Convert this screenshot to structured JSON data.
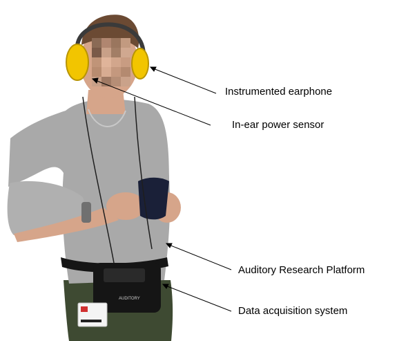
{
  "callouts": [
    {
      "label": "Instrumented earphone"
    },
    {
      "label": "In-ear power sensor"
    },
    {
      "label": "Auditory Research Platform"
    },
    {
      "label": "Data acquisition system"
    }
  ],
  "badge_text": "AUDITORY",
  "colors": {
    "earmuff": "#f2c500",
    "sweater": "#a9a9a9",
    "pants": "#3e4a32",
    "pouch": "#151515",
    "skin": "#d6a58a",
    "mug": "#1a2038",
    "hair": "#6b4a33",
    "leader_line": "#000000",
    "label_text": "#000000"
  }
}
